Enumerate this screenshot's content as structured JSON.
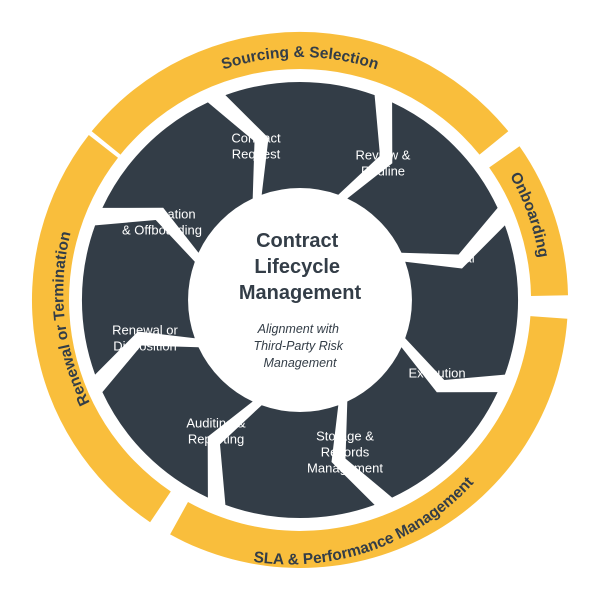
{
  "diagram": {
    "colors": {
      "ring": "#F9BE3C",
      "segment": "#333D47",
      "hub": "#FFFFFF",
      "background": "#FFFFFF"
    },
    "center": {
      "title_lines": [
        "Contract",
        "Lifecycle",
        "Management"
      ],
      "subtitle_lines": [
        "Alignment with",
        "Third-Party Risk",
        "Management"
      ]
    },
    "outer_ring": [
      {
        "id": "sourcing",
        "label": "Sourcing & Selection"
      },
      {
        "id": "onboarding",
        "label": "Onboarding"
      },
      {
        "id": "sla",
        "label": "SLA & Performance Management"
      },
      {
        "id": "renewal",
        "label": "Renewal or Termination"
      }
    ],
    "stages": [
      {
        "id": "contract-request",
        "lines": [
          "Contract",
          "Request"
        ]
      },
      {
        "id": "review-redline",
        "lines": [
          "Review &",
          "Redline"
        ]
      },
      {
        "id": "approval",
        "lines": [
          "Approval"
        ]
      },
      {
        "id": "execution",
        "lines": [
          "Execution"
        ]
      },
      {
        "id": "storage",
        "lines": [
          "Storage &",
          "Records",
          "Management"
        ]
      },
      {
        "id": "auditing",
        "lines": [
          "Auditing &",
          "Reporting"
        ]
      },
      {
        "id": "renewal-disposition",
        "lines": [
          "Renewal or",
          "Disposition"
        ]
      },
      {
        "id": "termination",
        "lines": [
          "Termination",
          "& Offboarding"
        ]
      }
    ]
  }
}
